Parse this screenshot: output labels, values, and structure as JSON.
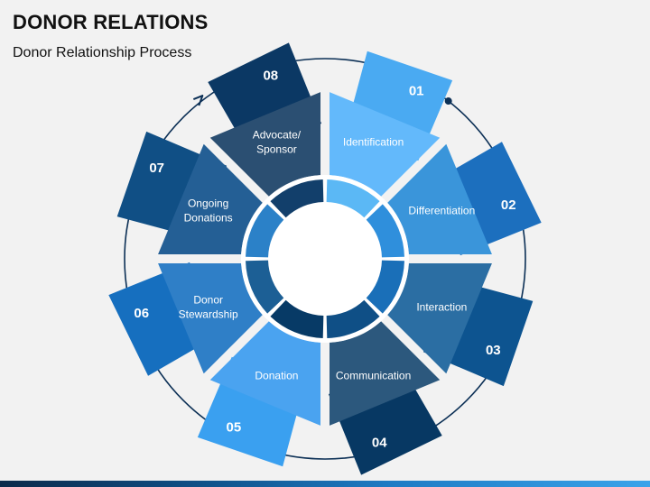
{
  "header": {
    "title": "DONOR RELATIONS",
    "subtitle": "Donor Relationship Process"
  },
  "center": {
    "ring_colors": [
      "#5bb8f5",
      "#2f8fdc",
      "#1a6fb8",
      "#0f4f86",
      "#073a66",
      "#1c5f95",
      "#2b81c8",
      "#123f6b"
    ]
  },
  "steps": [
    {
      "number": "01",
      "label": "Identification",
      "segment_color": "#63b9fb",
      "tab_color": "#4aaaf2",
      "text_color": "#ffffff"
    },
    {
      "number": "02",
      "label": "Differentiation",
      "segment_color": "#3a95da",
      "tab_color": "#1c6fbe",
      "text_color": "#ffffff"
    },
    {
      "number": "03",
      "label": "Interaction",
      "segment_color": "#2b6ea3",
      "tab_color": "#0d5490",
      "text_color": "#ffffff"
    },
    {
      "number": "04",
      "label": "Communication",
      "segment_color": "#2c587d",
      "tab_color": "#073863",
      "text_color": "#ffffff"
    },
    {
      "number": "05",
      "label": "Donation",
      "segment_color": "#4aa3f0",
      "tab_color": "#3aa0f0",
      "text_color": "#ffffff"
    },
    {
      "number": "06",
      "label": "Donor\nStewardship",
      "segment_color": "#2f7fc7",
      "tab_color": "#166fbf",
      "text_color": "#ffffff"
    },
    {
      "number": "07",
      "label": "Ongoing\nDonations",
      "segment_color": "#245f95",
      "tab_color": "#104f85",
      "text_color": "#ffffff"
    },
    {
      "number": "08",
      "label": "Advocate/\nSponsor",
      "segment_color": "#2b4f72",
      "tab_color": "#0b3864",
      "text_color": "#ffffff"
    }
  ]
}
